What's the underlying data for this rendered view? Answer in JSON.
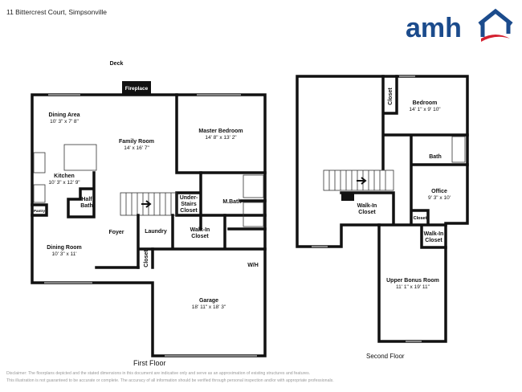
{
  "header": {
    "address": "11 Bittercrest Court, Simpsonville"
  },
  "logo": {
    "text": "amh",
    "brand_blue": "#1b4b8c",
    "brand_red": "#d4202f"
  },
  "first_floor": {
    "title": "First Floor",
    "deck": "Deck",
    "fireplace": "Fireplace",
    "dining_area": {
      "name": "Dining Area",
      "dims": "10' 3\" x 7' 8\""
    },
    "family_room": {
      "name": "Family Room",
      "dims": "14' x 16' 7\""
    },
    "master_bedroom": {
      "name": "Master Bedroom",
      "dims": "14' 8\" x 13' 2\""
    },
    "kitchen": {
      "name": "Kitchen",
      "dims": "10' 3\" x 12' 9\""
    },
    "half_bath": {
      "line1": "Half",
      "line2": "Bath"
    },
    "pantry": "Pantry",
    "under_stairs": {
      "line1": "Under-",
      "line2": "Stairs",
      "line3": "Closet"
    },
    "m_bath": "M.Bath",
    "foyer": "Foyer",
    "laundry": "Laundry",
    "walk_in": {
      "line1": "Walk-In",
      "line2": "Closet"
    },
    "dining_room": {
      "name": "Dining Room",
      "dims": "10' 3\" x 11'"
    },
    "closet": "Closet",
    "wh": "W/H",
    "garage": {
      "name": "Garage",
      "dims": "18' 11\" x 18' 3\""
    }
  },
  "second_floor": {
    "title": "Second Floor",
    "closet": "Closet",
    "bedroom": {
      "name": "Bedroom",
      "dims": "14' 1\" x 9' 10\""
    },
    "bath": "Bath",
    "office": {
      "name": "Office",
      "dims": "9' 3\" x 10'"
    },
    "office_closet": "Closet",
    "walk_in_left": {
      "line1": "Walk-In",
      "line2": "Closet"
    },
    "walk_in_right": {
      "line1": "Walk-In",
      "line2": "Closet"
    },
    "bonus_room": {
      "name": "Upper Bonus Room",
      "dims": "11' 1\" x 19' 11\""
    }
  },
  "disclaimer": {
    "line1": "Disclaimer: The floorplans depicted and the stated dimensions in this document are indicative only and serve as an approximation of existing structures and features.",
    "line2": "This illustration is not guaranteed to be accurate or complete. The accuracy of all information should be verified through personal inspection and/or with appropriate professionals."
  }
}
